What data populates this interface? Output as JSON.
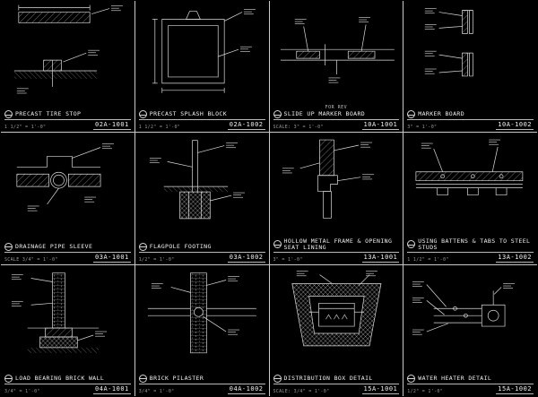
{
  "sheet": {
    "background": "#000000",
    "line_color": "#d9d9d9",
    "text_color": "#e8e8e8"
  },
  "details": [
    {
      "title": "PRECAST TIRE STOP",
      "number": "02A-1001",
      "scale": "1 1/2\" = 1'-0\"",
      "drawing": "precast-tire-stop"
    },
    {
      "title": "PRECAST SPLASH BLOCK",
      "number": "02A-1002",
      "scale": "1 1/2\" = 1'-0\"",
      "drawing": "precast-splash-block"
    },
    {
      "title": "SLIDE UP MARKER BOARD",
      "number": "10A-1001",
      "scale": "SCALE: 3\" = 1'-0\"",
      "caption": "FOR REV",
      "drawing": "slide-up-marker-board"
    },
    {
      "title": "MARKER BOARD",
      "number": "10A-1002",
      "scale": "3\" = 1'-0\"",
      "drawing": "marker-board"
    },
    {
      "title": "DRAINAGE PIPE SLEEVE",
      "number": "03A-1001",
      "scale": "SCALE 3/4\" = 1'-0\"",
      "drawing": "drainage-pipe-sleeve"
    },
    {
      "title": "FLAGPOLE FOOTING",
      "number": "03A-1002",
      "scale": "1/2\" = 1'-0\"",
      "drawing": "flagpole-footing"
    },
    {
      "title": "HOLLOW METAL FRAME & OPENING SEAT LINING",
      "number": "13A-1001",
      "scale": "3\" = 1'-0\"",
      "drawing": "hollow-metal-frame"
    },
    {
      "title": "USING BATTENS & TABS TO STEEL STUDS",
      "number": "13A-1002",
      "scale": "1 1/2\" = 1'-0\"",
      "drawing": "battens-to-steel-studs"
    },
    {
      "title": "LOAD BEARING BRICK WALL",
      "number": "04A-1001",
      "scale": "3/4\" = 1'-0\"",
      "drawing": "load-bearing-brick-wall"
    },
    {
      "title": "BRICK PILASTER",
      "number": "04A-1002",
      "scale": "3/4\" = 1'-0\"",
      "drawing": "brick-pilaster"
    },
    {
      "title": "DISTRIBUTION BOX DETAIL",
      "number": "15A-1001",
      "scale": "SCALE: 3/4\" = 1'-0\"",
      "drawing": "distribution-box"
    },
    {
      "title": "WATER HEATER DETAIL",
      "number": "15A-1002",
      "scale": "1/2\" = 1'-0\"",
      "drawing": "water-heater"
    }
  ]
}
